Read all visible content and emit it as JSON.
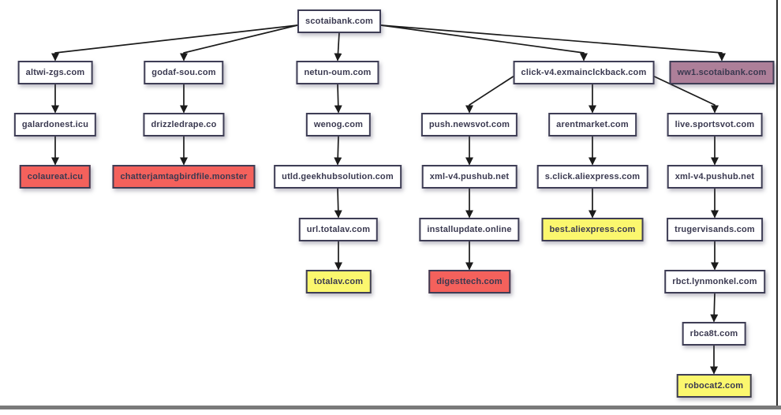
{
  "diagram": {
    "description": "redirect-chain-tree",
    "colors": {
      "node_white": "#ffffff",
      "node_red": "#f4615c",
      "node_yellow": "#fbf76e",
      "node_purple": "#ad7f99",
      "node_border": "#3e3d55",
      "node_text": "#3a3950",
      "arrow": "#1b1b1b",
      "window_bar": "#7a7a7a",
      "window_border": "#2e2e2e"
    },
    "nodes": [
      {
        "id": "root",
        "label": "scotaibank.com",
        "fill": "white"
      },
      {
        "id": "altwi",
        "label": "altwi-zgs.com",
        "fill": "white"
      },
      {
        "id": "godaf",
        "label": "godaf-sou.com",
        "fill": "white"
      },
      {
        "id": "netun",
        "label": "netun-oum.com",
        "fill": "white"
      },
      {
        "id": "clickv4",
        "label": "click-v4.exmainclckback.com",
        "fill": "white"
      },
      {
        "id": "ww1",
        "label": "ww1.scotaibank.com",
        "fill": "purple"
      },
      {
        "id": "galard",
        "label": "galardonest.icu",
        "fill": "white"
      },
      {
        "id": "drizzle",
        "label": "drizzledrape.co",
        "fill": "white"
      },
      {
        "id": "wenog",
        "label": "wenog.com",
        "fill": "white"
      },
      {
        "id": "pushn",
        "label": "push.newsvot.com",
        "fill": "white"
      },
      {
        "id": "arent",
        "label": "arentmarket.com",
        "fill": "white"
      },
      {
        "id": "livesp",
        "label": "live.sportsvot.com",
        "fill": "white"
      },
      {
        "id": "colaur",
        "label": "colaureat.icu",
        "fill": "red"
      },
      {
        "id": "chatter",
        "label": "chatterjamtagbirdfile.monster",
        "fill": "red"
      },
      {
        "id": "utld",
        "label": "utld.geekhubsolution.com",
        "fill": "white"
      },
      {
        "id": "xmlpush1",
        "label": "xml-v4.pushub.net",
        "fill": "white"
      },
      {
        "id": "sclick",
        "label": "s.click.aliexpress.com",
        "fill": "white"
      },
      {
        "id": "xmlpush2",
        "label": "xml-v4.pushub.net",
        "fill": "white"
      },
      {
        "id": "url",
        "label": "url.totalav.com",
        "fill": "white"
      },
      {
        "id": "install",
        "label": "installupdate.online",
        "fill": "white"
      },
      {
        "id": "bestali",
        "label": "best.aliexpress.com",
        "fill": "yellow"
      },
      {
        "id": "truger",
        "label": "trugervisands.com",
        "fill": "white"
      },
      {
        "id": "totalav",
        "label": "totalav.com",
        "fill": "yellow"
      },
      {
        "id": "digest",
        "label": "digesttech.com",
        "fill": "red"
      },
      {
        "id": "rbct",
        "label": "rbct.lynmonkel.com",
        "fill": "white"
      },
      {
        "id": "rbca8t",
        "label": "rbca8t.com",
        "fill": "white"
      },
      {
        "id": "robocat",
        "label": "robocat2.com",
        "fill": "yellow"
      }
    ],
    "edges": [
      {
        "from": "root",
        "to": "altwi"
      },
      {
        "from": "root",
        "to": "godaf"
      },
      {
        "from": "root",
        "to": "netun"
      },
      {
        "from": "root",
        "to": "clickv4"
      },
      {
        "from": "root",
        "to": "ww1"
      },
      {
        "from": "altwi",
        "to": "galard"
      },
      {
        "from": "galard",
        "to": "colaur"
      },
      {
        "from": "godaf",
        "to": "drizzle"
      },
      {
        "from": "drizzle",
        "to": "chatter"
      },
      {
        "from": "netun",
        "to": "wenog"
      },
      {
        "from": "wenog",
        "to": "utld"
      },
      {
        "from": "utld",
        "to": "url"
      },
      {
        "from": "url",
        "to": "totalav"
      },
      {
        "from": "clickv4",
        "to": "pushn"
      },
      {
        "from": "clickv4",
        "to": "arent"
      },
      {
        "from": "clickv4",
        "to": "livesp"
      },
      {
        "from": "pushn",
        "to": "xmlpush1"
      },
      {
        "from": "xmlpush1",
        "to": "install"
      },
      {
        "from": "install",
        "to": "digest"
      },
      {
        "from": "arent",
        "to": "sclick"
      },
      {
        "from": "sclick",
        "to": "bestali"
      },
      {
        "from": "livesp",
        "to": "xmlpush2"
      },
      {
        "from": "xmlpush2",
        "to": "truger"
      },
      {
        "from": "truger",
        "to": "rbct"
      },
      {
        "from": "rbct",
        "to": "rbca8t"
      },
      {
        "from": "rbca8t",
        "to": "robocat"
      }
    ]
  }
}
